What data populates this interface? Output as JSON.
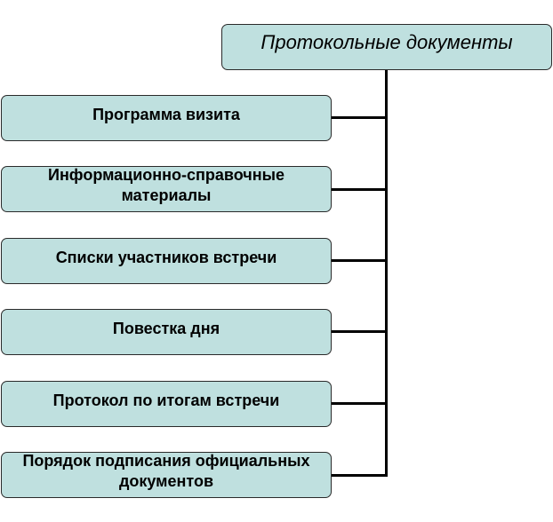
{
  "root": {
    "label": "Протокольные документы"
  },
  "children": [
    {
      "label": "Программа визита"
    },
    {
      "label": "Информационно-справочные материалы"
    },
    {
      "label": "Списки участников встречи"
    },
    {
      "label": "Повестка дня"
    },
    {
      "label": "Протокол по итогам встречи"
    },
    {
      "label": "Порядок подписания официальных документов"
    }
  ],
  "colors": {
    "box_fill": "#bfe0df",
    "box_border": "#2a2a2a",
    "connector": "#000000"
  }
}
